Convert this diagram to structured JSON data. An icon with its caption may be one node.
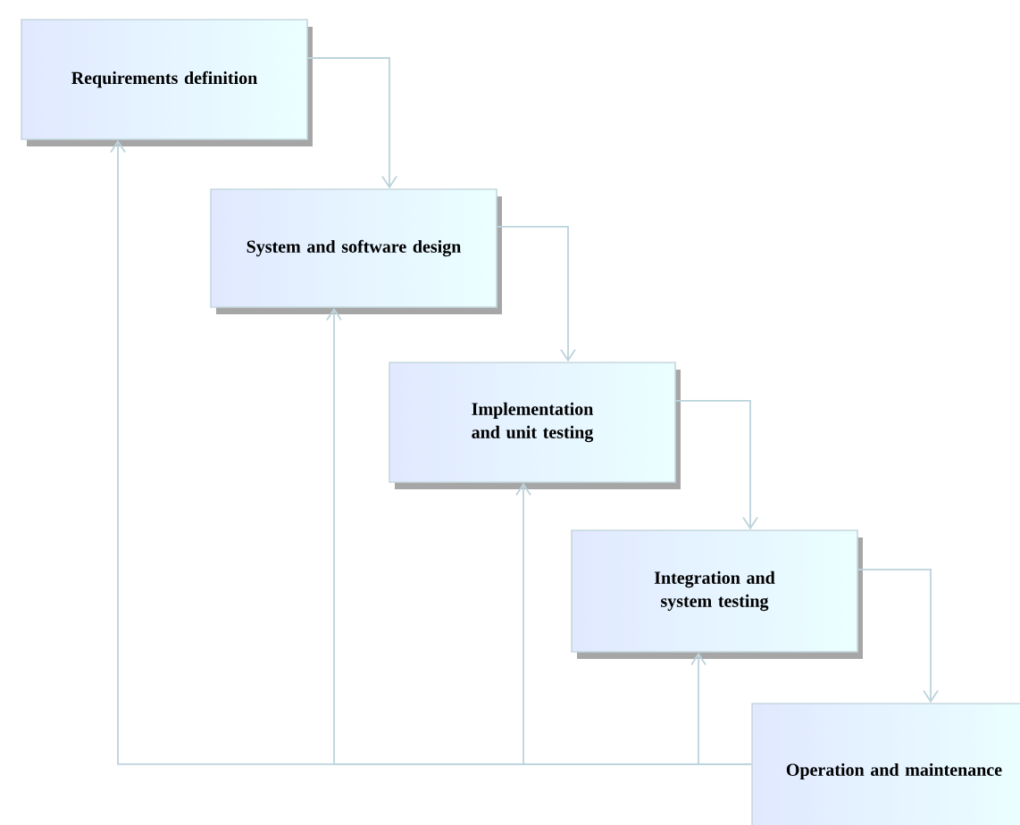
{
  "diagram": {
    "nodes": [
      {
        "text": [
          "Requirements definition"
        ]
      },
      {
        "text": [
          "System and software design"
        ]
      },
      {
        "text": [
          "Implementation and unit testing"
        ]
      },
      {
        "text": [
          "Integration and system testing"
        ]
      },
      {
        "text": [
          "Operation and maintenance"
        ]
      }
    ],
    "edges": [
      {
        "from": 0,
        "to": 1,
        "arrow": "to"
      },
      {
        "from": 1,
        "to": 2,
        "arrow": "to"
      },
      {
        "from": 2,
        "to": 3,
        "arrow": "to"
      },
      {
        "from": 3,
        "to": 4,
        "arrow": "to"
      },
      {
        "from": 4,
        "to": 0,
        "arrow": "to"
      },
      {
        "from": 4,
        "to": 1,
        "arrow": "to"
      },
      {
        "from": 4,
        "to": 2,
        "arrow": "to"
      },
      {
        "from": 4,
        "to": 3,
        "arrow": "to"
      }
    ]
  }
}
